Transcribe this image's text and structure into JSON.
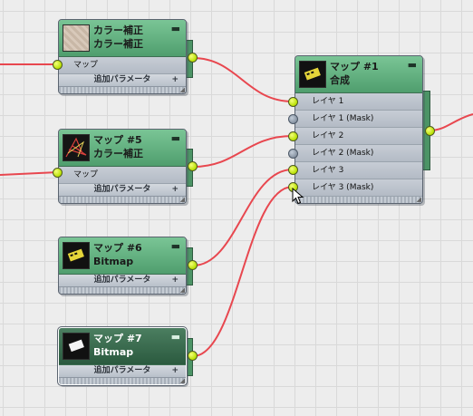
{
  "nodes": {
    "color_correct_1": {
      "title_line1": "カラー補正",
      "title_line2": "カラー補正",
      "slot_label": "マップ",
      "extra_params": "追加パラメータ",
      "plus": "+"
    },
    "map5": {
      "title_line1": "マップ #5",
      "title_line2": "カラー補正",
      "slot_label": "マップ",
      "extra_params": "追加パラメータ",
      "plus": "+"
    },
    "map6": {
      "title_line1": "マップ #6",
      "title_line2": "Bitmap",
      "extra_params": "追加パラメータ",
      "plus": "+"
    },
    "map7": {
      "title_line1": "マップ #7",
      "title_line2": "Bitmap",
      "extra_params": "追加パラメータ",
      "plus": "+"
    },
    "map1": {
      "title_line1": "マップ #1",
      "title_line2": "合成",
      "layers": [
        {
          "label": "レイヤ 1"
        },
        {
          "label": "レイヤ 1 (Mask)"
        },
        {
          "label": "レイヤ 2"
        },
        {
          "label": "レイヤ 2 (Mask)"
        },
        {
          "label": "レイヤ 3"
        },
        {
          "label": "レイヤ 3 (Mask)"
        }
      ]
    }
  },
  "collapse_glyph": "▬",
  "colors": {
    "wire": "#e8474f",
    "node_header": "#5fae7f",
    "node_header_selected": "#2f6044",
    "port_active": "#c8f000",
    "port_inactive": "#8a96a6"
  }
}
